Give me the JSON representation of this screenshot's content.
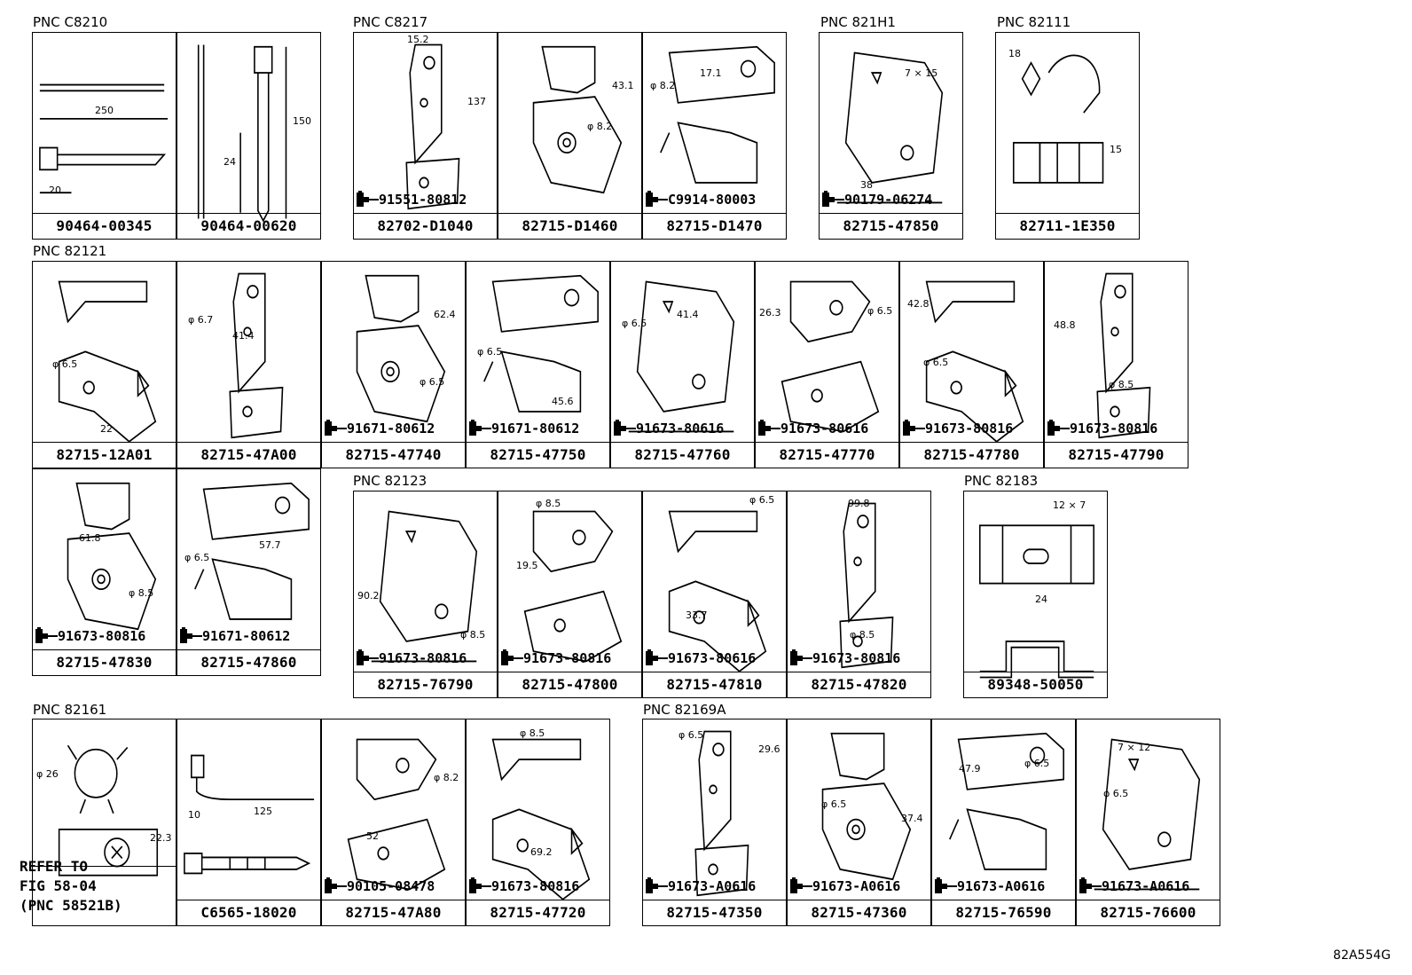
{
  "groups": [
    {
      "id": "g1",
      "label": "PNC C8210"
    },
    {
      "id": "g2",
      "label": "PNC C8217"
    },
    {
      "id": "g3",
      "label": "PNC 821H1"
    },
    {
      "id": "g4",
      "label": "PNC 82111"
    },
    {
      "id": "g5",
      "label": "PNC 82121"
    },
    {
      "id": "g6",
      "label": "PNC 82123"
    },
    {
      "id": "g7",
      "label": "PNC 82183"
    },
    {
      "id": "g8",
      "label": "PNC 82161"
    },
    {
      "id": "g9",
      "label": "PNC 82169A"
    }
  ],
  "parts": [
    {
      "pn": "90464-00345",
      "dims": [
        "250",
        "20"
      ]
    },
    {
      "pn": "90464-00620",
      "dims": [
        "150",
        "24"
      ]
    },
    {
      "pn": "82702-D1040",
      "bolt": "91551-80812",
      "dims": [
        "15.2",
        "137"
      ]
    },
    {
      "pn": "82715-D1460",
      "dims": [
        "43.1",
        "φ 8.2"
      ]
    },
    {
      "pn": "82715-D1470",
      "bolt": "C9914-80003",
      "dims": [
        "φ 8.2",
        "17.1"
      ]
    },
    {
      "pn": "82715-47850",
      "bolt": "90179-06274",
      "dims": [
        "7 × 15",
        "38"
      ]
    },
    {
      "pn": "82711-1E350",
      "dims": [
        "18",
        "15"
      ]
    },
    {
      "pn": "82715-12A01",
      "dims": [
        "φ 6.5",
        "22"
      ]
    },
    {
      "pn": "82715-47A00",
      "dims": [
        "φ 6.7",
        "41.4"
      ]
    },
    {
      "pn": "82715-47740",
      "bolt": "91671-80612",
      "dims": [
        "62.4",
        "φ 6.5"
      ]
    },
    {
      "pn": "82715-47750",
      "bolt": "91671-80612",
      "dims": [
        "φ 6.5",
        "45.6"
      ]
    },
    {
      "pn": "82715-47760",
      "bolt": "91673-80616",
      "dims": [
        "φ 6.5",
        "41.4"
      ]
    },
    {
      "pn": "82715-47770",
      "bolt": "91673-80616",
      "dims": [
        "26.3",
        "φ 6.5"
      ]
    },
    {
      "pn": "82715-47780",
      "bolt": "91673-80816",
      "dims": [
        "42.8",
        "φ 6.5"
      ]
    },
    {
      "pn": "82715-47790",
      "bolt": "91673-80816",
      "dims": [
        "48.8",
        "φ 8.5"
      ]
    },
    {
      "pn": "82715-47830",
      "bolt": "91673-80816",
      "dims": [
        "61.8",
        "φ 8.5"
      ]
    },
    {
      "pn": "82715-47860",
      "bolt": "91671-80612",
      "dims": [
        "φ 6.5",
        "57.7"
      ]
    },
    {
      "pn": "82715-76790",
      "bolt": "91673-80816",
      "dims": [
        "90.2",
        "φ 8.5"
      ]
    },
    {
      "pn": "82715-47800",
      "bolt": "91673-80816",
      "dims": [
        "φ 8.5",
        "19.5"
      ]
    },
    {
      "pn": "82715-47810",
      "bolt": "91673-80616",
      "dims": [
        "φ 6.5",
        "33.7"
      ]
    },
    {
      "pn": "82715-47820",
      "bolt": "91673-80816",
      "dims": [
        "99.8",
        "φ 8.5"
      ]
    },
    {
      "pn": "89348-50050",
      "dims": [
        "12 × 7",
        "24"
      ]
    },
    {
      "pn": "",
      "dims": [
        "φ 26",
        "22.3"
      ]
    },
    {
      "pn": "C6565-18020",
      "dims": [
        "125",
        "10"
      ]
    },
    {
      "pn": "82715-47A80",
      "bolt": "90105-08478",
      "dims": [
        "φ 8.2",
        "52"
      ]
    },
    {
      "pn": "82715-47720",
      "bolt": "91673-80816",
      "dims": [
        "φ 8.5",
        "69.2"
      ]
    },
    {
      "pn": "82715-47350",
      "bolt": "91673-A0616",
      "dims": [
        "φ 6.5",
        "29.6"
      ]
    },
    {
      "pn": "82715-47360",
      "bolt": "91673-A0616",
      "dims": [
        "φ 6.5",
        "37.4"
      ]
    },
    {
      "pn": "82715-76590",
      "bolt": "91673-A0616",
      "dims": [
        "47.9",
        "φ 6.5"
      ]
    },
    {
      "pn": "82715-76600",
      "bolt": "91673-A0616",
      "dims": [
        "7 × 12",
        "φ 6.5"
      ]
    }
  ],
  "refer_text": "REFER TO\nFIG 58-04\n(PNC 58521B)",
  "figure_code": "82A554G"
}
